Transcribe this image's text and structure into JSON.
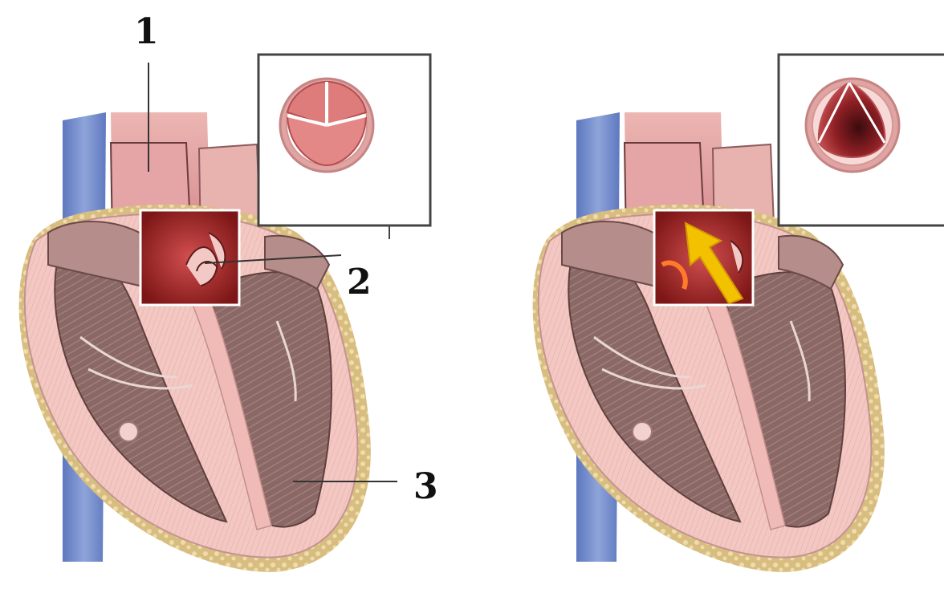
{
  "labels": {
    "aorta": "1",
    "aortic_valve": "2",
    "left_ventricle": "3"
  },
  "panels": [
    {
      "name": "healthy-heart",
      "valve_state": "closed-trileaflet"
    },
    {
      "name": "regurgitant-heart",
      "valve_state": "open-leaking",
      "flow_arrow_color": "#f2c200"
    }
  ],
  "colors": {
    "background": "#ffffff",
    "myocardium": "#f2c2bd",
    "ventricle_muscle": "#8d6c69",
    "chamber_inner": "#c9a1a0",
    "vena_cava": "#6f88c8",
    "aorta": "#d9898a",
    "valve_zoom_bg": "#9c2424",
    "fat": "#e1c88d",
    "inset_frame": "#444444"
  }
}
